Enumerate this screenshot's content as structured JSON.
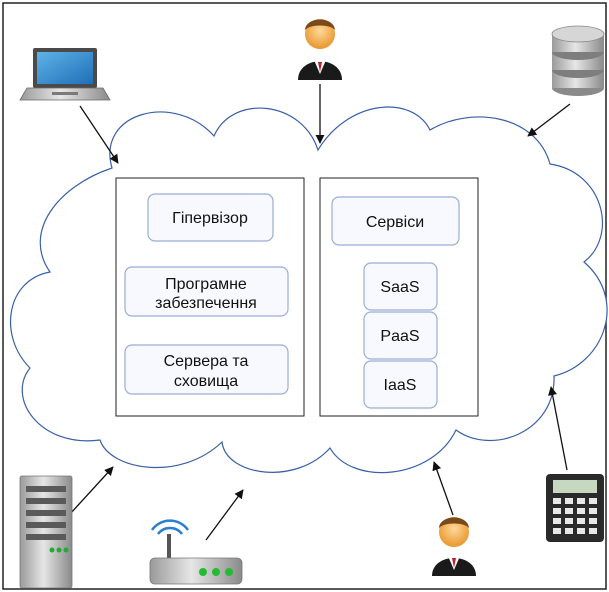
{
  "left_panel": {
    "boxes": [
      {
        "label_lines": [
          "Гіпервізор"
        ]
      },
      {
        "label_lines": [
          "Програмне",
          "забезпечення"
        ]
      },
      {
        "label_lines": [
          "Сервера та",
          "сховища"
        ]
      }
    ]
  },
  "right_panel": {
    "services": {
      "label_lines": [
        "Сервіси"
      ]
    },
    "models": [
      "SaaS",
      "PaaS",
      "IaaS"
    ]
  },
  "icons": [
    "laptop-icon",
    "user-icon",
    "database-icon",
    "server-tower-icon",
    "router-icon",
    "user-icon",
    "calculator-icon"
  ],
  "colors": {
    "cloud_outline": "#3a5fa8",
    "panel_outline": "#222222",
    "box_border": "#9aaed6",
    "box_fill": "#f7f9ff",
    "arrow": "#111111"
  }
}
